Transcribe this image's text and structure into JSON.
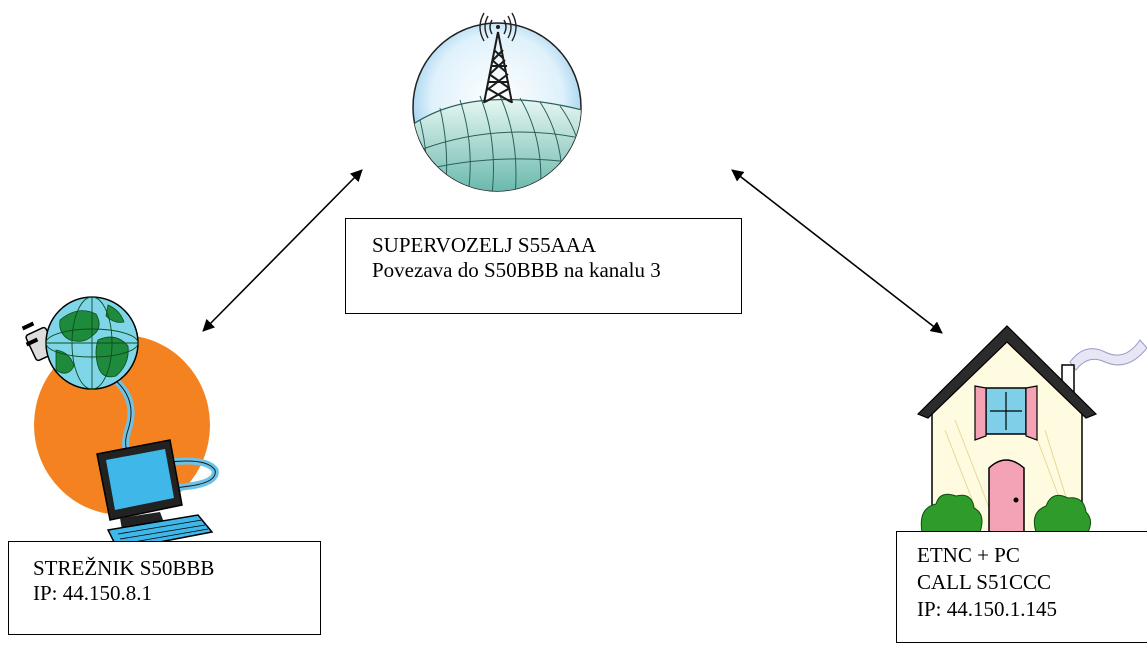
{
  "nodes": {
    "center": {
      "lines": [
        "SUPERVOZELJ S55AAA",
        "Povezava do S50BBB na kanalu 3"
      ],
      "icon": "radio-tower-icon"
    },
    "left": {
      "lines": [
        "STREŽNIK S50BBB",
        "IP: 44.150.8.1"
      ],
      "icon": "networked-computer-icon"
    },
    "right": {
      "lines": [
        "ETNC + PC",
        "CALL S51CCC",
        "IP: 44.150.1.145"
      ],
      "icon": "house-icon"
    }
  },
  "connections": [
    {
      "from": "left",
      "to": "center",
      "style": "double-arrow"
    },
    {
      "from": "right",
      "to": "center",
      "style": "double-arrow"
    }
  ],
  "colors": {
    "sun_orange": "#f58220",
    "globe_green": "#1e8a3c",
    "screen_cyan": "#3fb7e8",
    "house_cream": "#fffbe0",
    "door_pink": "#f4a3b4",
    "bush_green": "#2f9b2a"
  }
}
